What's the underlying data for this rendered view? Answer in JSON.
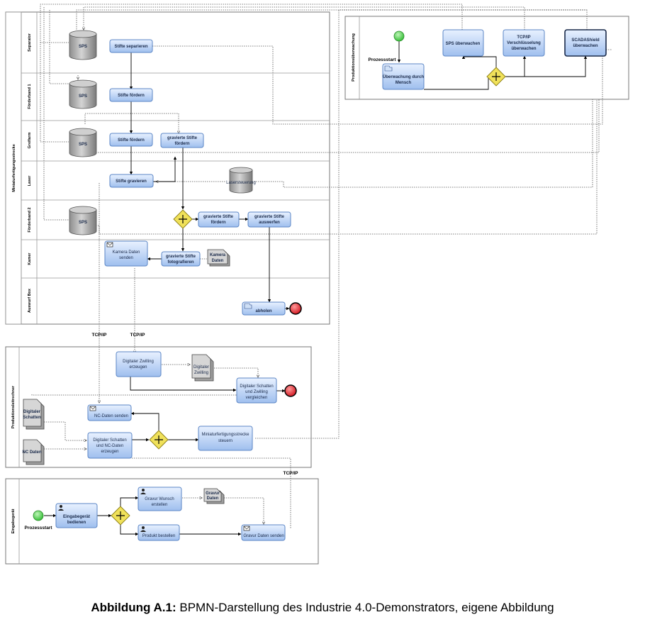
{
  "pools": {
    "miniatur": {
      "label": "Miniaturfertigungsstrecke",
      "lanes": [
        "Separator",
        "Förderband 1",
        "Greifarm",
        "Laser",
        "Förderband 2",
        "Kamer",
        "Auswurf Box"
      ]
    },
    "produktion": {
      "label": "Produktionsüberwachung"
    },
    "prozess": {
      "label": "Produktionsleitrechner"
    },
    "eingabe": {
      "label": "Eingabegerät"
    }
  },
  "datastores": {
    "sps1": "SPS",
    "sps2": "SPS",
    "sps3": "SPS",
    "sps4": "SPS",
    "laser": "Lasersteuerung"
  },
  "tasks": {
    "stifte_separieren": "Stifte separieren",
    "stifte_foerdern_1": "Stifte fördern",
    "stifte_foerdern_2": "Stifte fördern",
    "gravierte_foerdern_1": [
      "gravierte Stifte",
      "fördern"
    ],
    "stifte_gravieren": "Stifte gravieren",
    "gravierte_foerdern_2": [
      "gravierte Stifte",
      "fördern"
    ],
    "gravierte_auswerfen": [
      "gravierte Stifte",
      "auswerfen"
    ],
    "kamera_senden": [
      "Kamera Daten",
      "senden"
    ],
    "gravierte_foto": [
      "gravierte Stifte",
      "fotografieren"
    ],
    "abholen": "abholen",
    "ueberwachung_mensch": [
      "Überwachung durch",
      "Mensch"
    ],
    "sps_ueberwachen": "SPS überwachen",
    "tcp_ueberwachen": [
      "TCP/IP",
      "Verschlüsselung",
      "überwachen"
    ],
    "scada_ueberwachen": [
      "SCADAShield",
      "überwachen"
    ],
    "zwilling_erzeugen": [
      "Digitaler Zwilling",
      "erzeugen"
    ],
    "schatten_vergleichen": [
      "Digitaler Schatten",
      "und Zwilling",
      "vergleichen"
    ],
    "nc_senden": "NC-Daten senden",
    "schatten_nc_erzeugen": [
      "Digitaler Schatten",
      "und NC-Daten",
      "erzeugen"
    ],
    "strecke_steuern": [
      "Miniaturfertigungsstrecke",
      "steuern"
    ],
    "eingabe_bedienen": [
      "Eingabegerät",
      "bedienen"
    ],
    "gravur_wunsch": [
      "Gravur Wunsch",
      "erstellen"
    ],
    "produkt_bestellen": "Produkt bestellen",
    "gravur_senden": "Gravur Daten senden"
  },
  "dataobjects": {
    "kamera_daten": [
      "Kamera",
      "Daten"
    ],
    "digitaler_zwilling": [
      "Digitaler",
      "Zwilling"
    ],
    "digitaler_schatten": [
      "Digitaler",
      "Schatten"
    ],
    "nc_daten": "NC Daten",
    "gravur_daten": [
      "Gravur",
      "Daten"
    ]
  },
  "labels": {
    "prozessstart_1": "Prozessstart",
    "prozessstart_2": "Prozessstart",
    "tcp_1": "TCP/IP",
    "tcp_2": "TCP/IP",
    "tcp_3": "TCP/IP"
  },
  "caption": {
    "prefix": "Abbildung A.1:",
    "text": " BPMN-Darstellung des Industrie 4.0-Demonstrators, eigene Abbildung"
  },
  "colors": {
    "task_top": "#e8f1ff",
    "task_bottom": "#9fbfee",
    "task_border": "#5b86c6",
    "gateway": "#f0e15a",
    "start_event": "#49d34a",
    "end_event": "#e8242a",
    "datastore": "#b4b4b4"
  }
}
